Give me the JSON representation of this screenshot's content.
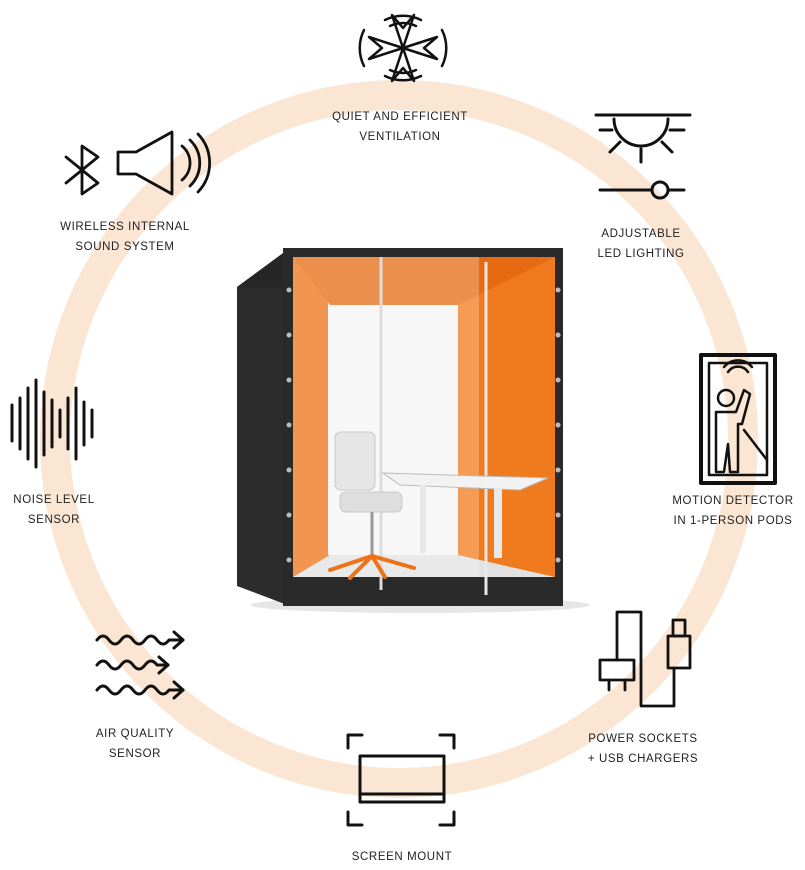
{
  "features": {
    "ventilation": {
      "line1": "QUIET AND EFFICIENT",
      "line2": "VENTILATION",
      "icon": "fan-icon"
    },
    "lighting": {
      "line1": "ADJUSTABLE",
      "line2": "LED LIGHTING",
      "icon": "lamp-dimmer-icon"
    },
    "sound": {
      "line1": "WIRELESS INTERNAL",
      "line2": "SOUND SYSTEM",
      "icon": "bluetooth-speaker-icon"
    },
    "noise": {
      "line1": "NOISE LEVEL",
      "line2": "SENSOR",
      "icon": "sound-wave-icon"
    },
    "motion": {
      "line1": "MOTION DETECTOR",
      "line2": "IN 1-PERSON PODS",
      "icon": "person-motion-icon"
    },
    "air": {
      "line1": "AIR QUALITY",
      "line2": "SENSOR",
      "icon": "airflow-icon"
    },
    "power": {
      "line1": "POWER SOCKETS",
      "line2": "+ USB CHARGERS",
      "icon": "plug-usb-icon"
    },
    "screen": {
      "line1": "SCREEN MOUNT",
      "icon": "screen-mount-icon"
    }
  },
  "colors": {
    "ring": "#fbe6d3",
    "pod_felt": "#2c2c2c",
    "pod_interior": "#ee7216",
    "icon_stroke": "#111111"
  }
}
